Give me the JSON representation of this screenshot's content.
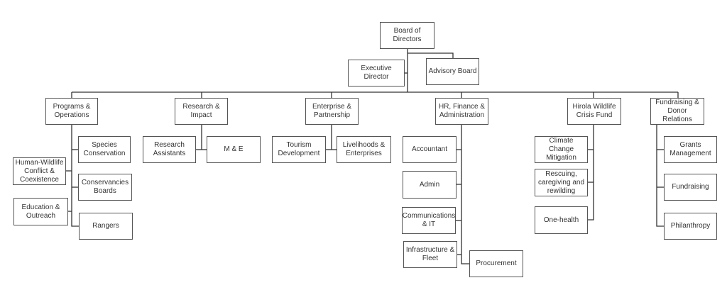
{
  "diagram": {
    "type": "org-chart",
    "line_color": "#333333",
    "nodes": {
      "board": "Board of\nDirectors",
      "executive": "Executive\nDirector",
      "advisory": "Advisory Board",
      "programs": "Programs &\nOperations",
      "species": "Species\nConservation",
      "hwc": "Human-Wildlife\nConflict &\nCoexistence",
      "conservancies": "Conservancies\nBoards",
      "education": "Education &\nOutreach",
      "rangers": "Rangers",
      "research": "Research &\nImpact",
      "research_assistants": "Research\nAssistants",
      "me": "M & E",
      "enterprise": "Enterprise &\nPartnership",
      "tourism": "Tourism\nDevelopment",
      "livelihoods": "Livelihoods &\nEnterprises",
      "hr": "HR, Finance &\nAdministration",
      "accountant": "Accountant",
      "admin": "Admin",
      "communications": "Communications\n& IT",
      "infrastructure": "Infrastructure &\nFleet",
      "procurement": "Procurement",
      "hirola": "Hirola Wildlife\nCrisis Fund",
      "climate": "Climate Change\nMitigation",
      "rescuing": "Rescuing,\ncaregiving and\nrewilding",
      "onehealth": "One-health",
      "fundraising_donor": "Fundraising &\nDonor Relations",
      "grants": "Grants\nManagement",
      "fundraising": "Fundraising",
      "philanthropy": "Philanthropy"
    },
    "edges": [
      [
        "board",
        "executive"
      ],
      [
        "board",
        "advisory"
      ],
      [
        "board",
        "programs"
      ],
      [
        "board",
        "research"
      ],
      [
        "board",
        "enterprise"
      ],
      [
        "board",
        "hr"
      ],
      [
        "board",
        "hirola"
      ],
      [
        "board",
        "fundraising_donor"
      ],
      [
        "programs",
        "species"
      ],
      [
        "programs",
        "hwc"
      ],
      [
        "programs",
        "conservancies"
      ],
      [
        "programs",
        "education"
      ],
      [
        "programs",
        "rangers"
      ],
      [
        "research",
        "research_assistants"
      ],
      [
        "research",
        "me"
      ],
      [
        "enterprise",
        "tourism"
      ],
      [
        "enterprise",
        "livelihoods"
      ],
      [
        "hr",
        "accountant"
      ],
      [
        "hr",
        "admin"
      ],
      [
        "hr",
        "communications"
      ],
      [
        "hr",
        "infrastructure"
      ],
      [
        "hr",
        "procurement"
      ],
      [
        "hirola",
        "climate"
      ],
      [
        "hirola",
        "rescuing"
      ],
      [
        "hirola",
        "onehealth"
      ],
      [
        "fundraising_donor",
        "grants"
      ],
      [
        "fundraising_donor",
        "fundraising"
      ],
      [
        "fundraising_donor",
        "philanthropy"
      ]
    ]
  }
}
